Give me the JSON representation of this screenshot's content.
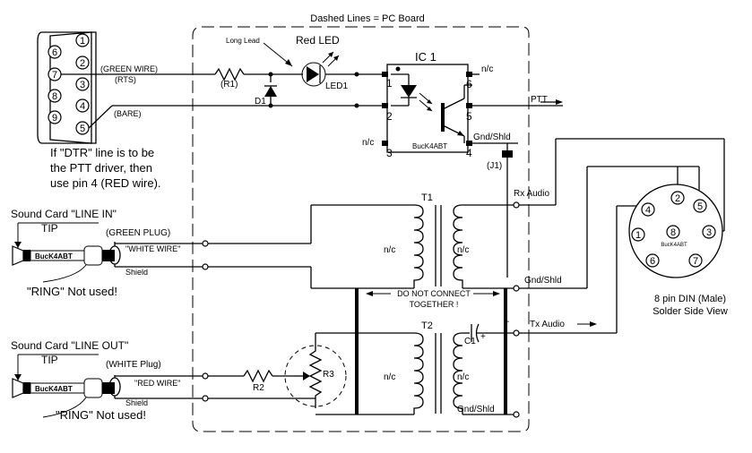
{
  "board": {
    "title": "Dashed Lines = PC Board",
    "ic_label": "IC 1",
    "ic_maker": "BucK4ABT",
    "pins": [
      "1",
      "2",
      "3",
      "4",
      "5",
      "6"
    ],
    "pin6_nc": "n/c",
    "pin3_nc": "n/c",
    "gnd_shld_ic": "Gnd/Shld",
    "jumper": "(J1)",
    "ptt_out": "PTT"
  },
  "db9": {
    "pins": [
      "1",
      "2",
      "3",
      "4",
      "5",
      "6",
      "7",
      "8",
      "9"
    ],
    "green_wire": "(GREEN WIRE)",
    "rts": "(RTS)",
    "bare": "(BARE)",
    "note_lines": [
      "If \"DTR\" line is to be",
      "the PTT driver, then",
      "use pin 4 (RED wire)."
    ]
  },
  "led": {
    "long_lead": "Long Lead",
    "red_led": "Red LED",
    "led1": "LED1",
    "r1": "(R1)",
    "d1": "D1"
  },
  "line_in": {
    "title": "Sound Card \"LINE IN\"",
    "tip": "TIP",
    "plug": "(GREEN PLUG)",
    "white_wire": "\"WHITE WIRE\"",
    "shield": "Shield",
    "ring": "\"RING\" Not used!",
    "maker": "BucK4ABT"
  },
  "line_out": {
    "title": "Sound Card \"LINE OUT\"",
    "tip": "TIP",
    "plug": "(WHITE Plug)",
    "red_wire": "\"RED WIRE\"",
    "shield": "Shield",
    "ring": "\"RING\" Not used!",
    "maker": "BucK4ABT",
    "r2": "R2",
    "r3": "R3"
  },
  "transformers": {
    "t1": "T1",
    "t2": "T2",
    "nc": "n/c",
    "do_not_connect_1": "DO NOT CONNECT",
    "do_not_connect_2": "TOGETHER !",
    "c1": "C1",
    "plus": "+",
    "minus": "-"
  },
  "outputs": {
    "rx_audio": "Rx Audio",
    "gnd_shld_1": "Gnd/Shld",
    "tx_audio": "Tx Audio",
    "gnd_shld_2": "Gnd/Shld"
  },
  "din": {
    "pins": [
      "1",
      "2",
      "3",
      "4",
      "5",
      "6",
      "7",
      "8"
    ],
    "maker": "BucK4ABT",
    "caption_1": "8 pin DIN (Male)",
    "caption_2": "Solder Side View"
  }
}
